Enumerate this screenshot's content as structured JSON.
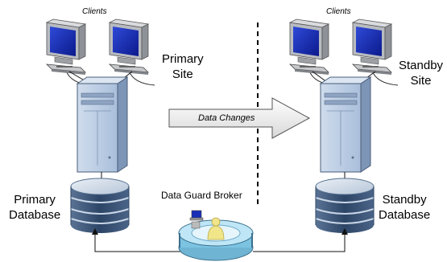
{
  "diagram": {
    "primary": {
      "clients_label": "Clients",
      "site_label_line1": "Primary",
      "site_label_line2": "Site",
      "database_label_line1": "Primary",
      "database_label_line2": "Database"
    },
    "standby": {
      "clients_label": "Clients",
      "site_label_line1": "Standby",
      "site_label_line2": "Site",
      "database_label_line1": "Standby",
      "database_label_line2": "Database"
    },
    "transfer_label": "Data Changes",
    "broker_label": "Data Guard Broker"
  },
  "colors": {
    "monitor_screen": "#1a2fb8",
    "monitor_body": "#c7c9cc",
    "server_face": "#b9cbe3",
    "server_side": "#7d95b6",
    "database_band": "#3f5876",
    "database_light": "#d7e1ec",
    "broker_ring": "#8fd0ea",
    "broker_figure": "#f1e58a",
    "arrow_fill": "#eeeeee"
  }
}
